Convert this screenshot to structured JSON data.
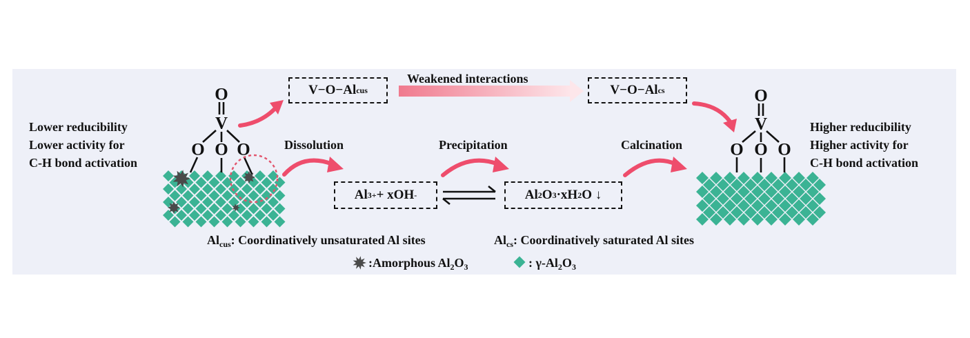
{
  "left_state": {
    "lines": [
      "Lower reducibility",
      "Lower activity for",
      "C-H bond activation"
    ]
  },
  "right_state": {
    "lines": [
      "Higher reducibility",
      "Higher activity for",
      "C-H bond activation"
    ]
  },
  "atoms": {
    "vanadium": "V",
    "oxygen": "O"
  },
  "top_row": {
    "box_left": {
      "main": "V−O−Al",
      "sub": "cus"
    },
    "arrow_label": "Weakened interactions",
    "box_right": {
      "main": "V−O−Al",
      "sub": "cs"
    }
  },
  "steps": {
    "dissolution": "Dissolution",
    "precipitation": "Precipitation",
    "calcination": "Calcination"
  },
  "ions_box": {
    "p1": "Al",
    "sup1": "3+",
    "p2": " + xOH",
    "sup2": "-"
  },
  "hydrate_box": {
    "p1": "Al",
    "s1": "2",
    "p2": "O",
    "s2": "3",
    "p3": "·xH",
    "s3": "2",
    "p4": "O",
    "arrow": "↓"
  },
  "legend": {
    "cus": {
      "sym": "Al",
      "sub": "cus",
      "text": ":  Coordinatively unsaturated Al sites"
    },
    "cs": {
      "sym": "Al",
      "sub": "cs",
      "text": ":  Coordinatively saturated Al sites"
    },
    "amorphous": {
      "p1": ":Amorphous Al",
      "s1": "2",
      "p2": "O",
      "s2": "3"
    },
    "gamma": {
      "p1": ": γ-Al",
      "s1": "2",
      "p2": "O",
      "s2": "3"
    }
  },
  "colors": {
    "panel": "#eef0f8",
    "arrow_pink": "#ee4d6c",
    "gradient_start": "#f07a8e",
    "gradient_end": "#fde6ea",
    "lattice_teal": "#3bb394",
    "amorphous_gray": "#4a4a4a",
    "circle_dashed": "#e2546c"
  }
}
